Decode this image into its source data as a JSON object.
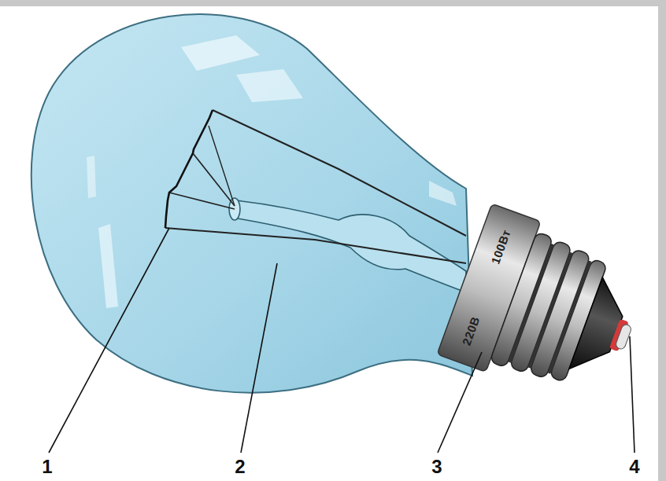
{
  "diagram": {
    "labels": [
      "1",
      "2",
      "3",
      "4",
      "220В",
      "100Вт"
    ]
  }
}
